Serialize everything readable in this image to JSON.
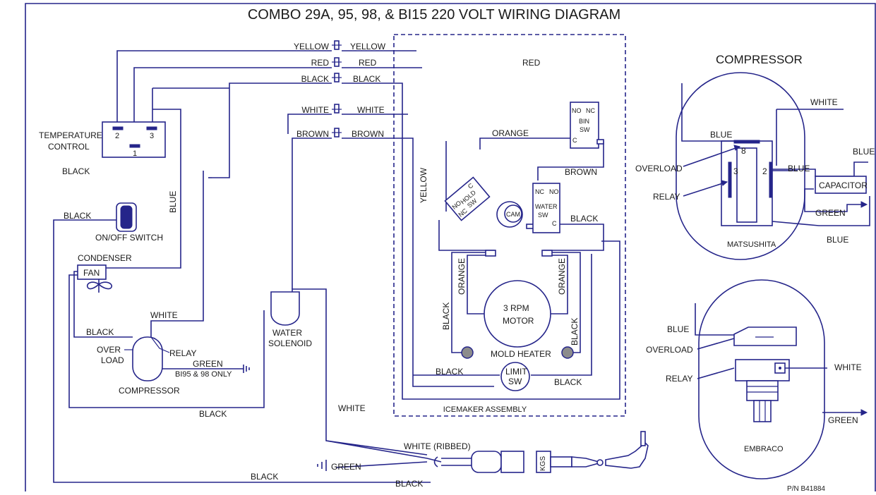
{
  "title": "COMBO 29A, 95, 98, & BI15 220 VOLT WIRING DIAGRAM",
  "part_number": "P/N B41884",
  "colors": {
    "wire": "#25258a",
    "text": "#1a1a1a",
    "motor_heater_terminal": "#8c8c8c"
  },
  "terminal_block": {
    "rows": [
      {
        "left": "YELLOW",
        "right": "YELLOW"
      },
      {
        "left": "RED",
        "right": "RED"
      },
      {
        "left": "BLACK",
        "right": "BLACK"
      },
      {
        "left": "WHITE",
        "right": "WHITE"
      },
      {
        "left": "BROWN",
        "right": "BROWN"
      }
    ]
  },
  "left_section": {
    "temp_control": {
      "label_line1": "TEMPERATURE",
      "label_line2": "CONTROL",
      "terminals": [
        "2",
        "3",
        "1"
      ]
    },
    "wires": {
      "black_top": "BLACK",
      "black_switch": "BLACK",
      "blue": "BLUE",
      "white": "WHITE",
      "black_comp": "BLACK",
      "black_bottom": "BLACK",
      "black_main": "BLACK"
    },
    "on_off_switch": "ON/OFF SWITCH",
    "condenser": "CONDENSER",
    "fan": "FAN",
    "overload_line1": "OVER",
    "overload_line2": "LOAD",
    "relay": "RELAY",
    "green_line1": "GREEN",
    "green_line2": "BI95 & 98 ONLY",
    "compressor": "COMPRESSOR",
    "water_solenoid_line1": "WATER",
    "water_solenoid_line2": "SOLENOID",
    "white_lower": "WHITE"
  },
  "icemaker": {
    "label": "ICEMAKER ASSEMBLY",
    "red": "RED",
    "orange": "ORANGE",
    "yellow": "YELLOW",
    "brown": "BROWN",
    "black_right": "BLACK",
    "bin_switch": {
      "no": "NO",
      "nc": "NC",
      "line1": "BIN",
      "line2": "SW",
      "c": "C"
    },
    "hold_switch": {
      "c": "C",
      "line1": "HOLD",
      "line2": "SW",
      "no": "NO",
      "nc": "NC"
    },
    "cam": "CAM",
    "water_switch": {
      "nc": "NC",
      "no": "NO",
      "line1": "WATER",
      "line2": "SW",
      "c": "C"
    },
    "orange_left": "ORANGE",
    "orange_right": "ORANGE",
    "motor_line1": "3 RPM",
    "motor_line2": "MOTOR",
    "black_left": "BLACK",
    "black_right_v": "BLACK",
    "mold_heater": "MOLD HEATER",
    "limit_line1": "LIMIT",
    "limit_line2": "SW",
    "black_limit_left": "BLACK",
    "black_limit_right": "BLACK"
  },
  "power_cord": {
    "white_ribbed": "WHITE (RIBBED)",
    "green": "GREEN",
    "black": "BLACK",
    "plug_mark": "KGS"
  },
  "matsushita": {
    "heading": "COMPRESSOR",
    "white": "WHITE",
    "blue_top": "BLUE",
    "blue_cap_top": "BLUE",
    "overload": "OVERLOAD",
    "terminal_8": "8",
    "terminal_3": "3",
    "terminal_2": "2",
    "blue_mid": "BLUE",
    "capacitor": "CAPACITOR",
    "relay": "RELAY",
    "green": "GREEN",
    "blue_bottom": "BLUE",
    "name": "MATSUSHITA"
  },
  "embraco": {
    "blue": "BLUE",
    "overload": "OVERLOAD",
    "relay": "RELAY",
    "white": "WHITE",
    "green": "GREEN",
    "name": "EMBRACO"
  }
}
